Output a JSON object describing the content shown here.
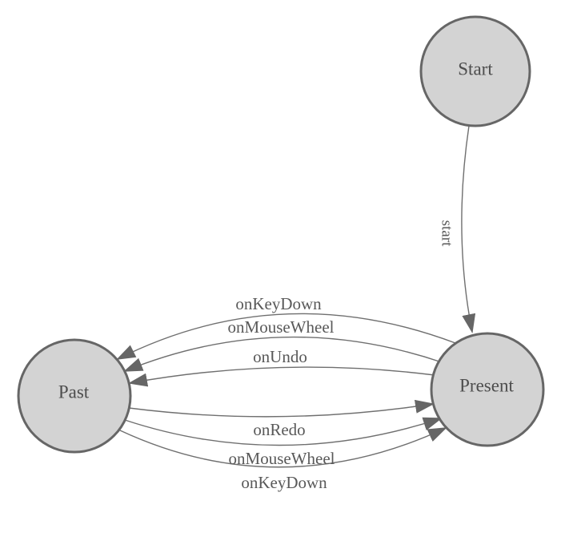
{
  "diagram": {
    "nodes": [
      {
        "id": "start",
        "label": "Start"
      },
      {
        "id": "present",
        "label": "Present"
      },
      {
        "id": "past",
        "label": "Past"
      }
    ],
    "edges": [
      {
        "id": "start-to-present",
        "label": "start",
        "from": "Start",
        "to": "Present"
      },
      {
        "id": "present-to-past-keydown",
        "label": "onKeyDown",
        "from": "Present",
        "to": "Past"
      },
      {
        "id": "present-to-past-mousewheel",
        "label": "onMouseWheel",
        "from": "Present",
        "to": "Past"
      },
      {
        "id": "present-to-past-undo",
        "label": "onUndo",
        "from": "Present",
        "to": "Past"
      },
      {
        "id": "past-to-present-redo",
        "label": "onRedo",
        "from": "Past",
        "to": "Present"
      },
      {
        "id": "past-to-present-mousewheel",
        "label": "onMouseWheel",
        "from": "Past",
        "to": "Present"
      },
      {
        "id": "past-to-present-keydown",
        "label": "onKeyDown",
        "from": "Past",
        "to": "Present"
      }
    ],
    "colors": {
      "node_fill": "#d3d3d3",
      "node_border": "#666666",
      "edge_line": "#6f6f6f",
      "arrowhead": "#666666",
      "edge_text": "#595959",
      "node_text": "#4d4d4d",
      "background": "#ffffff"
    }
  }
}
